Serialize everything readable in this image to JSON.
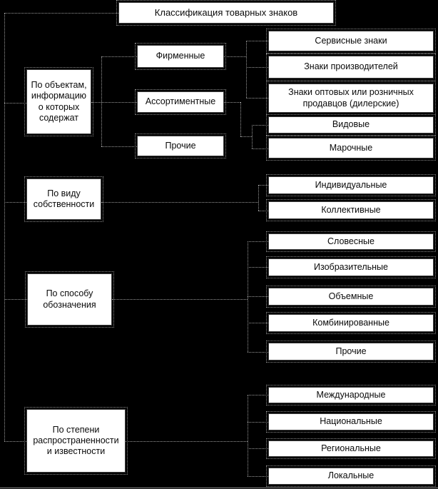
{
  "diagram": {
    "title": "Классификация товарных знаков",
    "categories": [
      {
        "label": "По объектам,\nинформацию\nо которых\nсодержат",
        "types": [
          {
            "label": "Фирменные",
            "subtypes": [
              {
                "label": "Сервисные знаки"
              },
              {
                "label": "Знаки производителей"
              },
              {
                "label": "Знаки оптовых или розничных\nпродавцов (дилерские)"
              }
            ]
          },
          {
            "label": "Ассортиментные",
            "subtypes": [
              {
                "label": "Видовые"
              },
              {
                "label": "Марочные"
              }
            ]
          },
          {
            "label": "Прочие",
            "subtypes": []
          }
        ]
      },
      {
        "label": "По виду\nсобственности",
        "types": [
          {
            "label": "Индивидуальные"
          },
          {
            "label": "Коллективные"
          }
        ]
      },
      {
        "label": "По способу\nобозначения",
        "types": [
          {
            "label": "Словесные"
          },
          {
            "label": "Изобразительные"
          },
          {
            "label": "Объемные"
          },
          {
            "label": "Комбинированные"
          },
          {
            "label": "Прочие"
          }
        ]
      },
      {
        "label": "По степени\nраспространенности\nи известности",
        "types": [
          {
            "label": "Международные"
          },
          {
            "label": "Национальные"
          },
          {
            "label": "Региональные"
          },
          {
            "label": "Локальные"
          }
        ]
      }
    ],
    "colors": {
      "background": "#000000",
      "box_fill": "#ffffff",
      "box_border": "#3c3c3c",
      "connector": "#9a9a9a",
      "text": "#0a0a0a"
    }
  }
}
